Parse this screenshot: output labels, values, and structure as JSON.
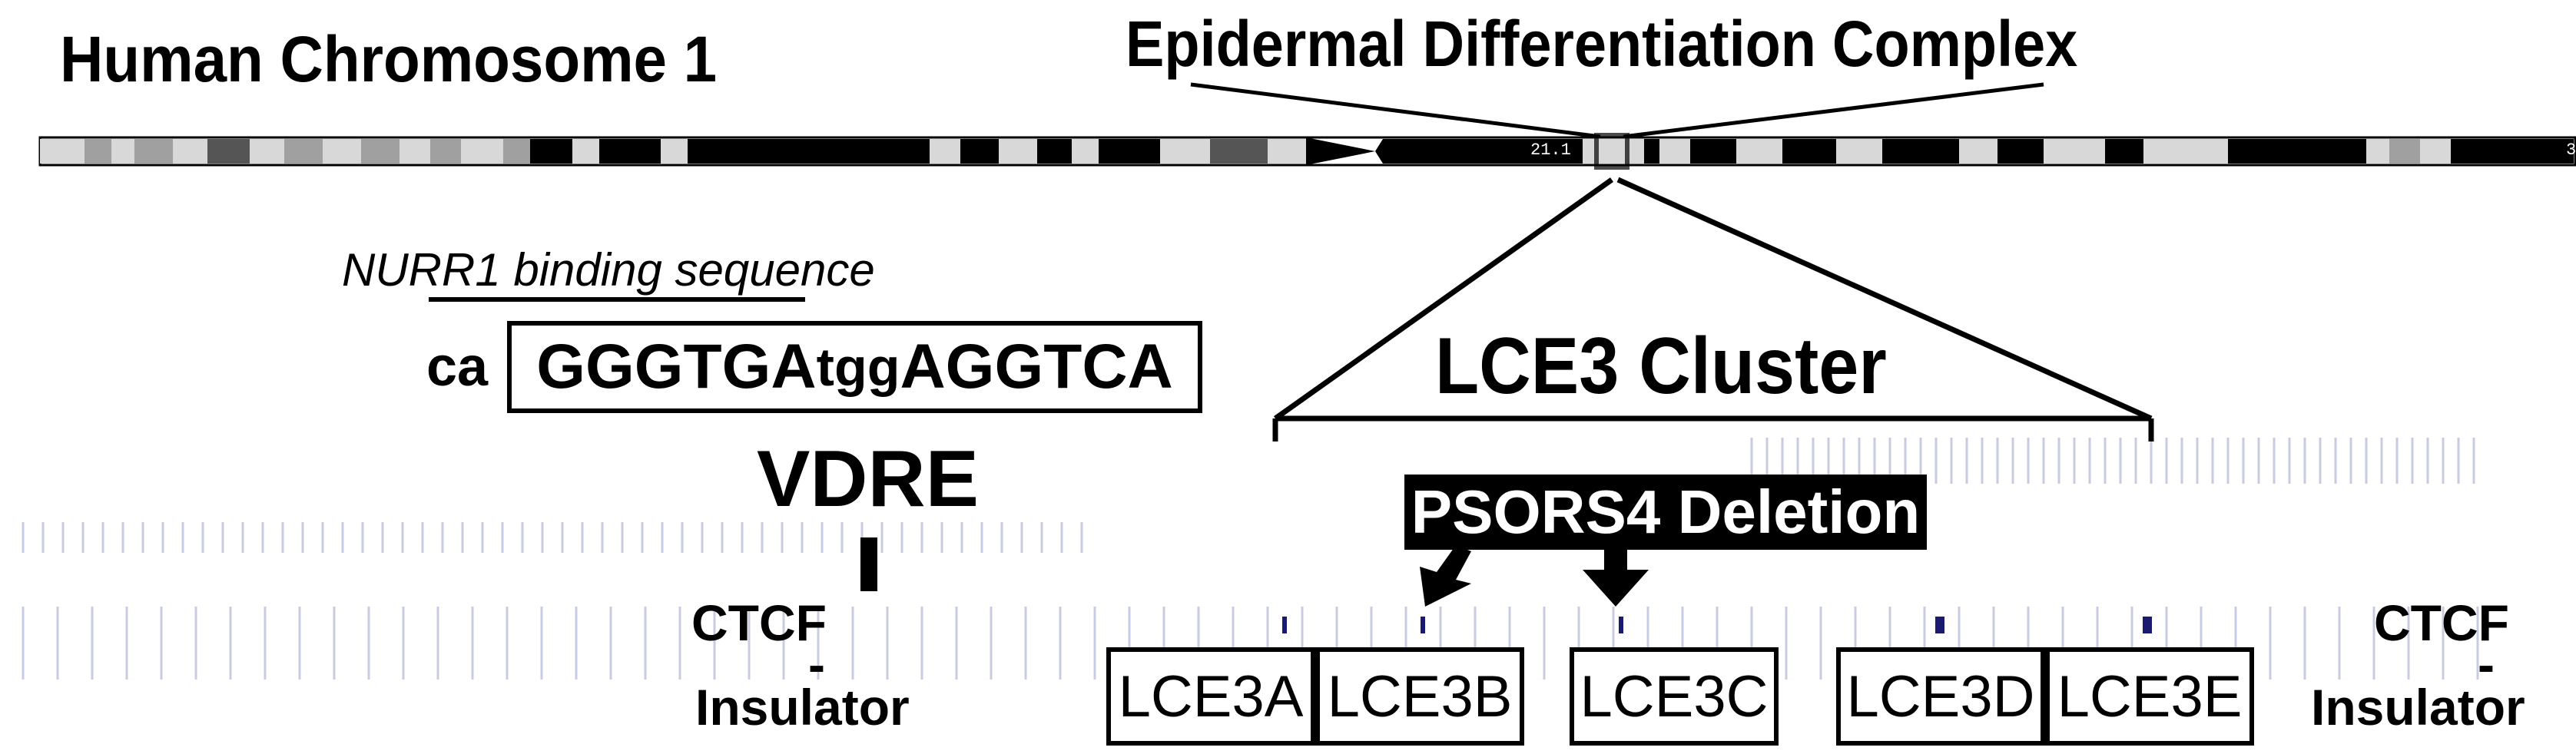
{
  "chromosome": {
    "title": "Human Chromosome 1",
    "band_label": "21.1",
    "end_label": "3"
  },
  "region": {
    "title": "Epidermal Differentiation Complex"
  },
  "sequence": {
    "motif_label": "NURR1 binding sequence",
    "prefix": "ca",
    "half_site_1": "GGGTGA",
    "spacer": "tgg",
    "half_site_2": "AGGTCA",
    "element_label": "VDRE"
  },
  "cluster": {
    "label": "LCE3 Cluster"
  },
  "deletion": {
    "label": "PSORS4 Deletion"
  },
  "insulators": {
    "left_top": "CTCF",
    "left_dash": "-",
    "left_bottom": "Insulator",
    "right_top": "CTCF",
    "right_dash": "-",
    "right_bottom": "Insulator"
  },
  "genes": [
    "LCE3A",
    "LCE3B",
    "LCE3C",
    "LCE3D",
    "LCE3E"
  ],
  "colors": {
    "band_black": "#000000",
    "band_dark": "#555555",
    "band_gray": "#a0a0a0",
    "band_light": "#d8d8d8",
    "track_tick": "#c8cce0",
    "gene_mark": "#1a1a6e"
  }
}
